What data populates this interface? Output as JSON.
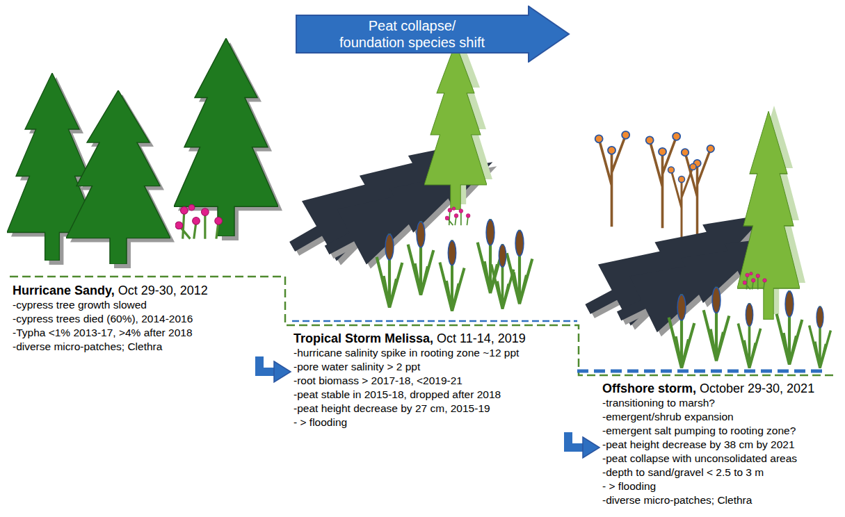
{
  "diagram": {
    "nodes": [
      {
        "text": [
          "Peat collapse/ foundation species shift"
        ]
      },
      {
        "text": [
          "Hurricane Sandy,",
          "Oct 29-30, 2012",
          "-cypress tree growth slowed",
          "-cypress trees died (60%), 2014-2016",
          "-Typha <1% 2013-17, >4% after 2018",
          "-diverse micro-patches; Clethra"
        ]
      },
      {
        "text": [
          "Tropical Storm Melissa,",
          "Oct 11-14, 2019",
          "-hurricane salinity spike in rooting zone ~12 ppt",
          "-pore water salinity > 2 ppt",
          "-root biomass > 2017-18, <2019-21",
          "-peat stable in 2015-18, dropped after 2018",
          "-peat height decrease by 27 cm, 2015-19",
          "- > flooding"
        ]
      },
      {
        "text": [
          "Offshore storm,",
          "October 29-30, 2021",
          "-transitioning to marsh?",
          "-emergent/shrub expansion",
          "-emergent salt pumping to rooting zone?",
          "-peat height decrease by 38 cm by 2021",
          "-peat collapse with unconsolidated areas",
          "-depth to sand/gravel < 2.5 to 3 m",
          "- > flooding",
          "-diverse micro-patches; Clethra"
        ]
      }
    ],
    "edges": [
      {
        "from": 1,
        "to": 2,
        "arrow": "to"
      },
      {
        "from": 2,
        "to": 3,
        "arrow": "to"
      }
    ]
  }
}
